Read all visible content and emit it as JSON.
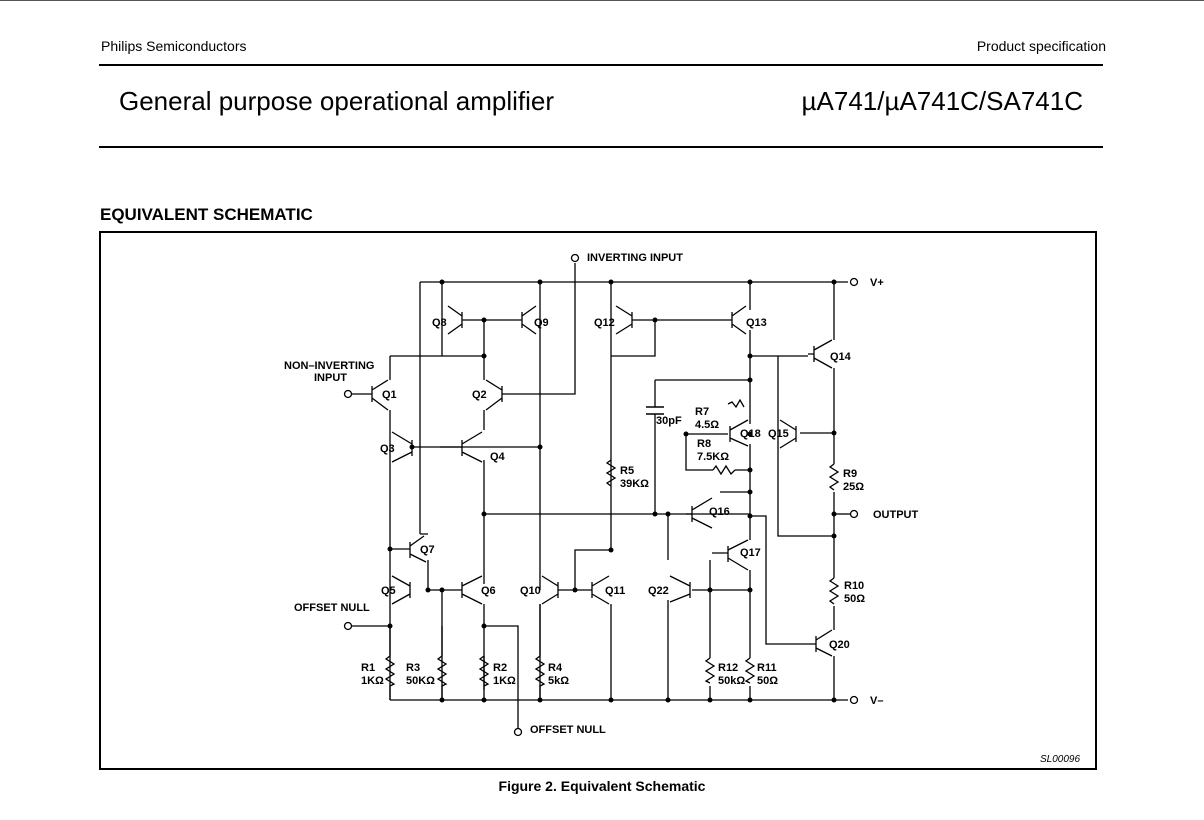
{
  "header": {
    "company": "Philips Semiconductors",
    "doc_type": "Product specification",
    "title": "General purpose operational amplifier",
    "part_numbers": "µA741/µA741C/SA741C"
  },
  "section_title": "EQUIVALENT SCHEMATIC",
  "caption": "Figure 2.  Equivalent Schematic",
  "schematic": {
    "code": "SL00096",
    "pins": {
      "inverting": "INVERTING INPUT",
      "noninv_1": "NON–INVERTING",
      "noninv_2": "INPUT",
      "vplus": "V+",
      "vminus": "V–",
      "output": "OUTPUT",
      "offset_left": "OFFSET NULL",
      "offset_bottom": "OFFSET NULL"
    },
    "transistors": {
      "q1": "Q1",
      "q2": "Q2",
      "q3": "Q3",
      "q4": "Q4",
      "q5": "Q5",
      "q6": "Q6",
      "q7": "Q7",
      "q8": "Q8",
      "q9": "Q9",
      "q10": "Q10",
      "q11": "Q11",
      "q12": "Q12",
      "q13": "Q13",
      "q14": "Q14",
      "q15": "Q15",
      "q16": "Q16",
      "q17": "Q17",
      "q18": "Q18",
      "q20": "Q20",
      "q22": "Q22"
    },
    "resistors": {
      "r1": {
        "name": "R1",
        "value": "1KΩ"
      },
      "r2": {
        "name": "R2",
        "value": "1KΩ"
      },
      "r3": {
        "name": "R3",
        "value": "50KΩ"
      },
      "r4": {
        "name": "R4",
        "value": "5kΩ"
      },
      "r5": {
        "name": "R5",
        "value": "39KΩ"
      },
      "r7": {
        "name": "R7",
        "value": "4.5Ω"
      },
      "r8": {
        "name": "R8",
        "value": "7.5KΩ"
      },
      "r9": {
        "name": "R9",
        "value": "25Ω"
      },
      "r10": {
        "name": "R10",
        "value": "50Ω"
      },
      "r11": {
        "name": "R11",
        "value": "50Ω"
      },
      "r12": {
        "name": "R12",
        "value": "50kΩ"
      }
    },
    "capacitor": "30pF"
  }
}
